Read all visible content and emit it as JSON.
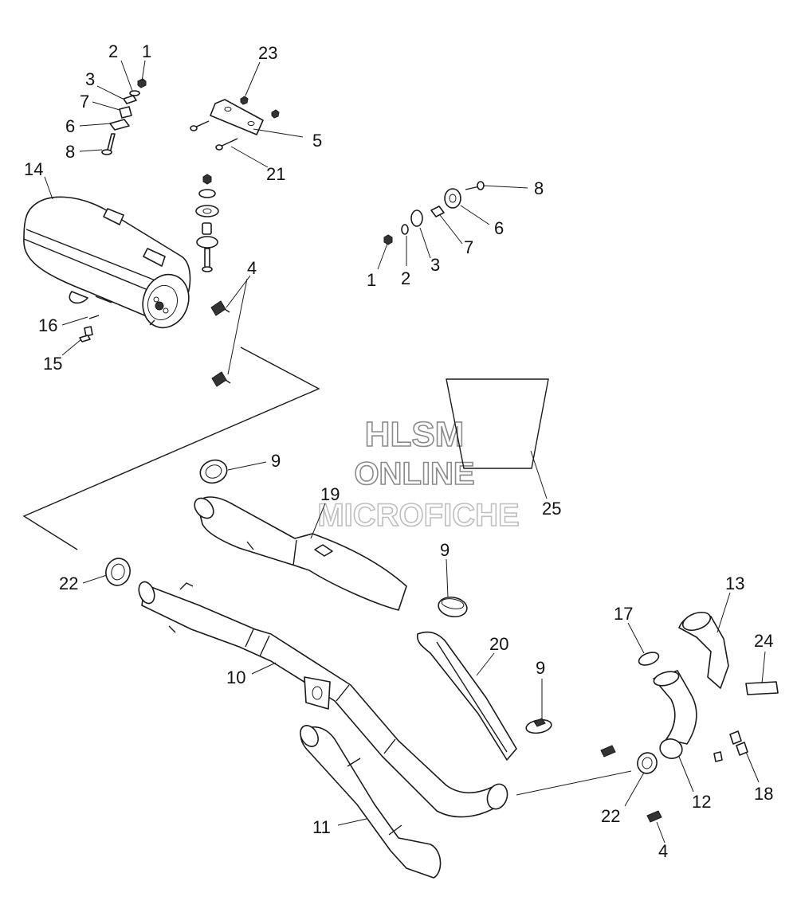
{
  "watermark": {
    "line1": "HLSM",
    "line2": "ONLINE",
    "line3": "MICROFICHE"
  },
  "callouts": [
    {
      "id": "c1a",
      "text": "1"
    },
    {
      "id": "c2a",
      "text": "2"
    },
    {
      "id": "c3a",
      "text": "3"
    },
    {
      "id": "c7a",
      "text": "7"
    },
    {
      "id": "c6a",
      "text": "6"
    },
    {
      "id": "c8a",
      "text": "8"
    },
    {
      "id": "c23",
      "text": "23"
    },
    {
      "id": "c5",
      "text": "5"
    },
    {
      "id": "c21",
      "text": "21"
    },
    {
      "id": "c14",
      "text": "14"
    },
    {
      "id": "c8b",
      "text": "8"
    },
    {
      "id": "c6b",
      "text": "6"
    },
    {
      "id": "c7b",
      "text": "7"
    },
    {
      "id": "c1b",
      "text": "1"
    },
    {
      "id": "c2b",
      "text": "2"
    },
    {
      "id": "c3b",
      "text": "3"
    },
    {
      "id": "c4a",
      "text": "4"
    },
    {
      "id": "c16",
      "text": "16"
    },
    {
      "id": "c15",
      "text": "15"
    },
    {
      "id": "c9a",
      "text": "9"
    },
    {
      "id": "c19",
      "text": "19"
    },
    {
      "id": "c25",
      "text": "25"
    },
    {
      "id": "c22a",
      "text": "22"
    },
    {
      "id": "c9b",
      "text": "9"
    },
    {
      "id": "c10",
      "text": "10"
    },
    {
      "id": "c20",
      "text": "20"
    },
    {
      "id": "c9c",
      "text": "9"
    },
    {
      "id": "c13",
      "text": "13"
    },
    {
      "id": "c17",
      "text": "17"
    },
    {
      "id": "c24",
      "text": "24"
    },
    {
      "id": "c11",
      "text": "11"
    },
    {
      "id": "c22b",
      "text": "22"
    },
    {
      "id": "c12",
      "text": "12"
    },
    {
      "id": "c18",
      "text": "18"
    },
    {
      "id": "c4b",
      "text": "4"
    }
  ]
}
